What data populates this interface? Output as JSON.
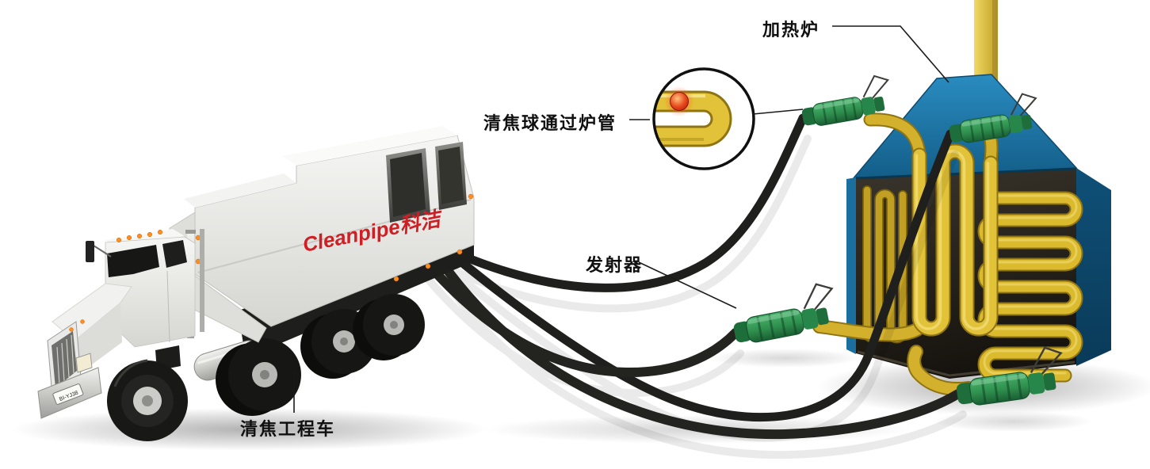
{
  "labels": {
    "furnace": "加热炉",
    "inset": "清焦球通过炉管",
    "launcher": "发射器",
    "truck": "清焦工程车"
  },
  "truck": {
    "brand": "Cleanpipe科洁",
    "license_plate": "BI-YJ38"
  },
  "colors": {
    "furnace_blue": "#1b74a6",
    "furnace_blue_dark": "#0f5078",
    "coil_yellow": "#dcba2e",
    "launcher_green": "#2f8f4e",
    "hose_black": "#1f1f1d",
    "ball_red": "#e03a1e",
    "brand_red": "#cf1f25",
    "chimney_yellow": "#e3c437"
  }
}
